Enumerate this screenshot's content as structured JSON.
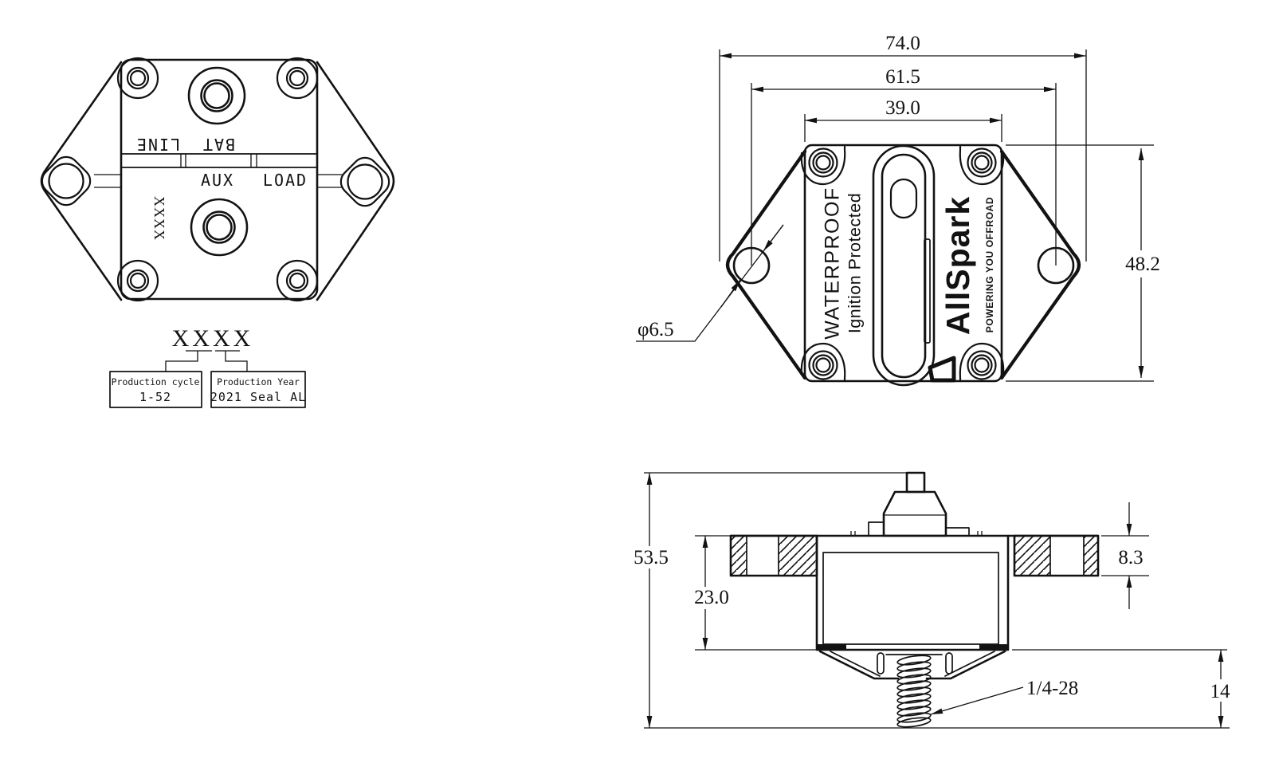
{
  "page": {
    "background": "#ffffff",
    "line_color": "#121212"
  },
  "bottom_view": {
    "terminal_line": "LINE",
    "terminal_bat": "BAT",
    "terminal_aux": "AUX",
    "terminal_load": "LOAD",
    "date_code_stamp": "XXXX"
  },
  "date_code_callout": {
    "code": "XXXX",
    "cycle_box": {
      "title": "Production cycle",
      "value": "1-52"
    },
    "year_box": {
      "title": "Production Year",
      "value": "2021 Seal AL"
    }
  },
  "front_view": {
    "marking_waterproof": "WATERPROOF",
    "marking_ignition": "Ignition Protected",
    "brand": "AllSpark",
    "tagline": "POWERING YOU OFFROAD",
    "dim_overall_width": "74.0",
    "dim_hole_spacing": "61.5",
    "dim_body_width": "39.0",
    "dim_body_height": "48.2",
    "dim_mount_hole_dia": "φ6.5"
  },
  "side_view": {
    "dim_overall_height": "53.5",
    "dim_body_depth": "23.0",
    "dim_flange_thickness": "8.3",
    "dim_stud_length": "14",
    "thread_callout": "1/4-28"
  }
}
